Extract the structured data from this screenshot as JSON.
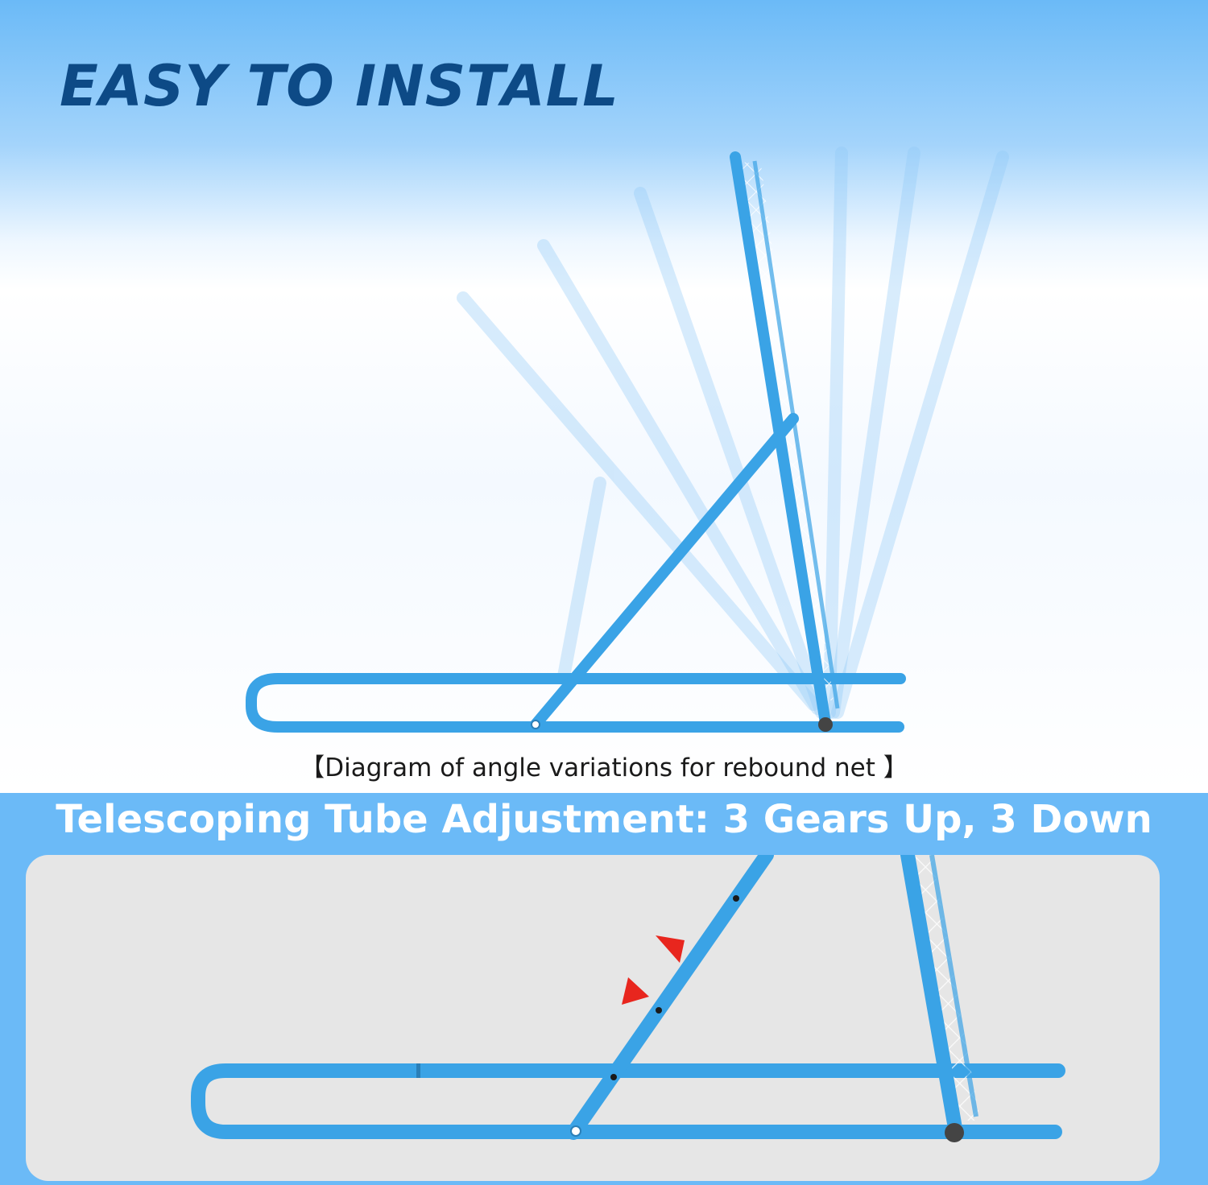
{
  "headline": "EASY TO INSTALL",
  "diagram_caption": "【Diagram of angle variations for rebound net 】",
  "adjustment_title": "Telescoping Tube Adjustment: 3 Gears Up, 3 Down",
  "colors": {
    "headline": "#0d4a86",
    "frame_blue": "#3aa3e6",
    "band_blue": "#6bbaf7",
    "panel_gray": "#e6e6e6",
    "arrow_red": "#e8261e"
  },
  "icons": [
    "angle-ghost-frame",
    "rebound-net-frame",
    "adjustment-arrow-icon"
  ]
}
